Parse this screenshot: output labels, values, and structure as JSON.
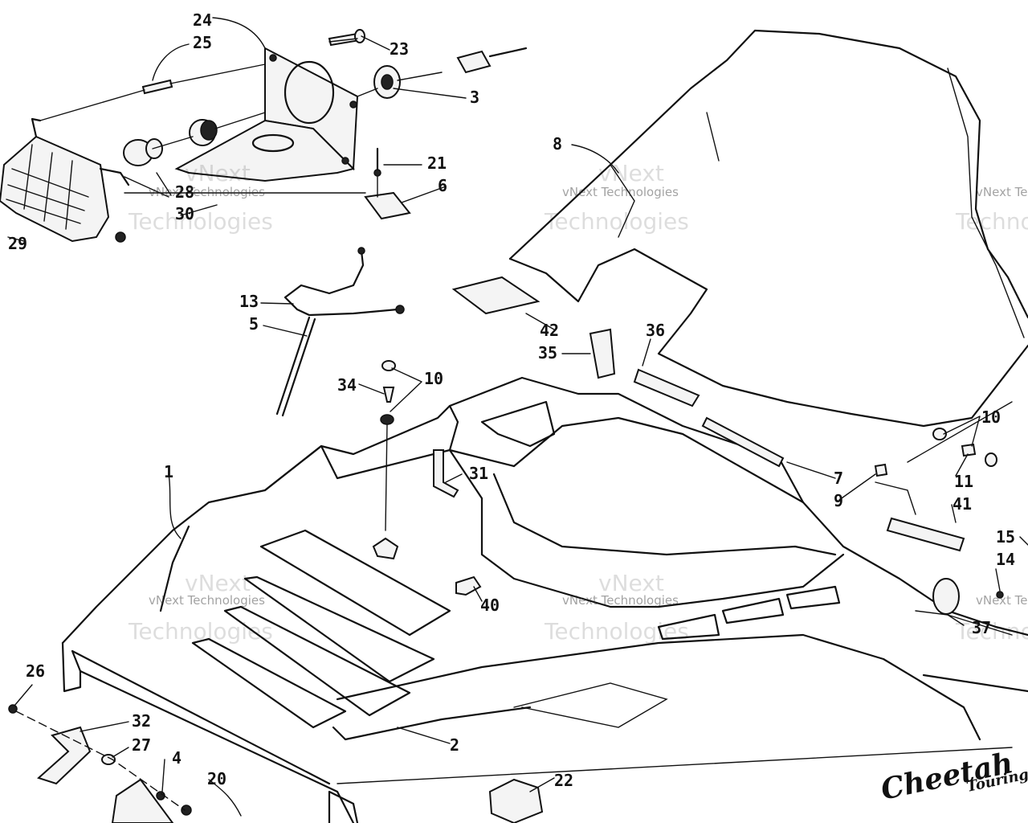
{
  "callouts": {
    "c1": "1",
    "c2": "2",
    "c3": "3",
    "c4": "4",
    "c5": "5",
    "c6": "6",
    "c7": "7",
    "c8": "8",
    "c9": "9",
    "c10a": "10",
    "c10b": "10",
    "c11": "11",
    "c13": "13",
    "c14": "14",
    "c15": "15",
    "c20": "20",
    "c21": "21",
    "c22": "22",
    "c23": "23",
    "c24": "24",
    "c25": "25",
    "c26": "26",
    "c27": "27",
    "c28": "28",
    "c29": "29",
    "c30": "30",
    "c31": "31",
    "c32": "32",
    "c34": "34",
    "c35": "35",
    "c36": "36",
    "c37": "37",
    "c40": "40",
    "c41": "41",
    "c42": "42"
  },
  "watermark": {
    "small": "vNext Technologies",
    "big": "Technologies",
    "big_top": "vNext"
  },
  "logo": {
    "main": "Cheetah",
    "sub": "Touring"
  }
}
